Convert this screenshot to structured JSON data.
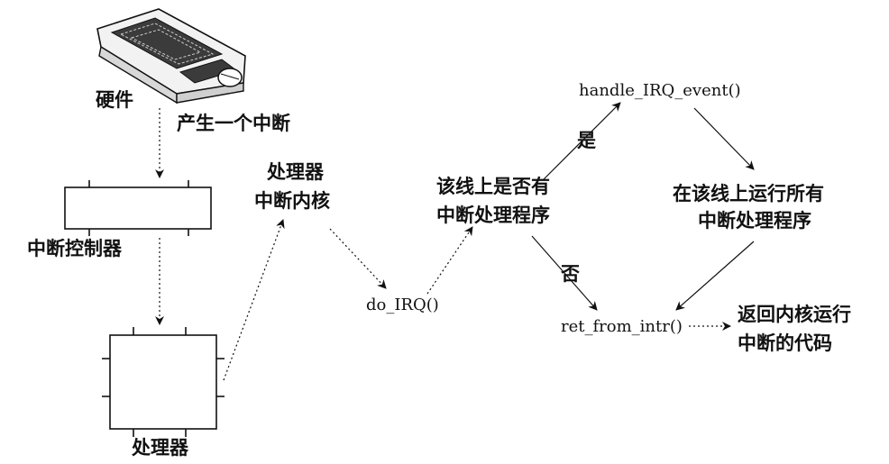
{
  "labels": {
    "hardware": "硬件",
    "generate_interrupt": "产生一个中断",
    "interrupt_controller": "中断控制器",
    "processor_bottom": "处理器",
    "processor_kernel_line1": "处理器",
    "processor_kernel_line2": "中断内核",
    "do_irq": "do_IRQ()",
    "has_handler_line1": "该线上是否有",
    "has_handler_line2": "中断处理程序",
    "yes": "是",
    "no": "否",
    "handle_irq_event": "handle_IRQ_event()",
    "run_all_line1": "在该线上运行所有",
    "run_all_line2": "中断处理程序",
    "ret_from_intr": "ret_from_intr()",
    "return_kernel_line1": "返回内核运行",
    "return_kernel_line2": "中断的代码"
  },
  "icons": {
    "keyboard": "keyboard-mouse-icon"
  }
}
